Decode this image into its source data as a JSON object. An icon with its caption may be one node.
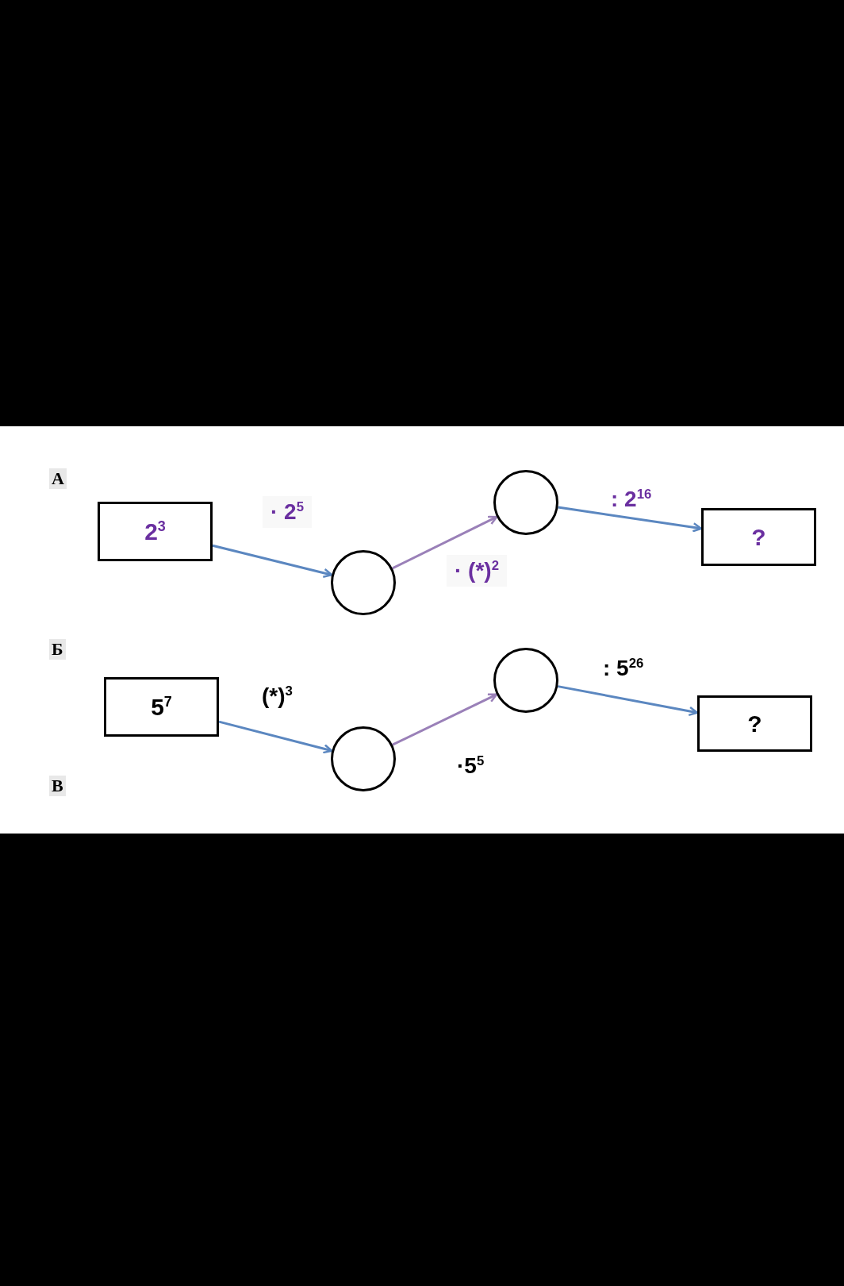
{
  "diagram": {
    "nodes": [
      {
        "text": [
          "2$^{3}$"
        ]
      },
      {
        "text": [],
        "shape": "circle"
      },
      {
        "text": [],
        "shape": "circle"
      },
      {
        "text": [
          "?"
        ]
      },
      {
        "text": [
          "5$^{7}$"
        ]
      },
      {
        "text": [],
        "shape": "circle"
      },
      {
        "text": [],
        "shape": "circle"
      },
      {
        "text": [
          "?"
        ]
      }
    ],
    "edges": [
      {
        "from": 0,
        "to": 1,
        "arrow": "to",
        "label": "· 2$^{5}$"
      },
      {
        "from": 1,
        "to": 2,
        "arrow": "to",
        "label": "· (*)$^{2}$",
        "color": "#9a80b8"
      },
      {
        "from": 2,
        "to": 3,
        "arrow": "to",
        "label": ": 2$^{16}$"
      },
      {
        "from": 4,
        "to": 5,
        "arrow": "to",
        "label": "(*)$^{3}$"
      },
      {
        "from": 5,
        "to": 6,
        "arrow": "to",
        "label": "·5$^{5}$",
        "color": "#9a80b8"
      },
      {
        "from": 6,
        "to": 7,
        "arrow": "to",
        "label": ": 5$^{26}$"
      }
    ],
    "labels": [
      "А",
      "Б",
      "В"
    ]
  }
}
